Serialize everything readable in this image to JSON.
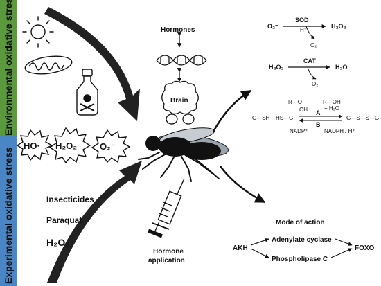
{
  "sidebar": {
    "env_label": "Environmental oxidative stress",
    "exp_label": "Experimental oxidative stress",
    "env_color": "#5a9a3c",
    "exp_color": "#4a86c5"
  },
  "top_center": {
    "hormones": "Hormones",
    "brain": "Brain"
  },
  "radicals": {
    "hydroxyl": "HO·",
    "peroxide": "H₂O₂",
    "superoxide": "O₂⁻"
  },
  "experimental": {
    "insecticides": "Insecticides",
    "paraquat": "Paraquat",
    "h2o2": "H₂O₂"
  },
  "hormone_application": {
    "line1": "Hormone",
    "line2": "application"
  },
  "sod_reaction": {
    "substrate": "O₂⁻",
    "enzyme": "SOD",
    "cofactor": "H⁺",
    "product": "H₂O₂",
    "byproduct": "O₂"
  },
  "cat_reaction": {
    "substrate": "H₂O₂",
    "enzyme": "CAT",
    "product": "H₂O",
    "byproduct": "O₂"
  },
  "gsh_reaction": {
    "left1": "G—SH",
    "plus1": "+",
    "left2": "HS—G",
    "right": "G—S—S—G",
    "peroxide": "R—O",
    "peroxide_oh": "OH",
    "alcohol": "R—OH",
    "water": "+ H₂O",
    "arrow_a": "A",
    "arrow_b": "B",
    "nadp": "NADP⁺",
    "nadph": "NADPH / H⁺"
  },
  "mode_of_action": {
    "title": "Mode of action",
    "akh": "AKH",
    "adenylate": "Adenylate cyclase",
    "phospholipase": "Phospholipase C",
    "foxo": "FOXO"
  },
  "icons": [
    "sun-icon",
    "mitochondrion-icon",
    "poison-bottle-icon",
    "dna-icon",
    "brain-icon",
    "fly-icon",
    "syringe-icon"
  ]
}
